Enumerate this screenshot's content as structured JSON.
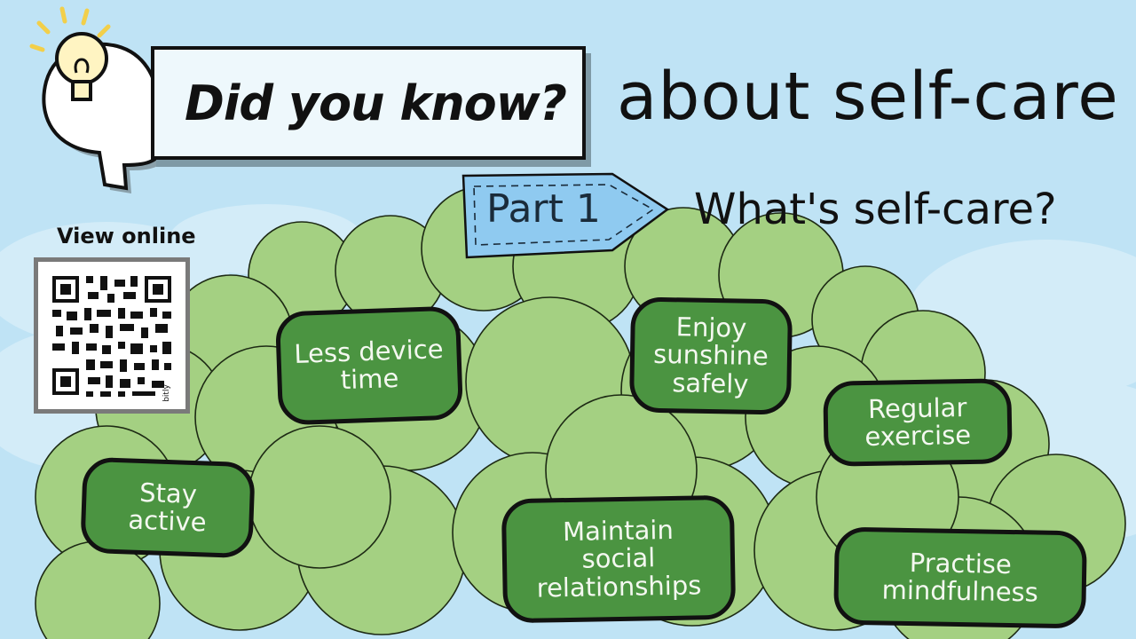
{
  "header": {
    "title": "Did you know?",
    "subtitle": "about self-care"
  },
  "section": {
    "part_label": "Part 1",
    "question": "What's self-care?"
  },
  "qr": {
    "caption": "View online",
    "brand": "bitly"
  },
  "tips": [
    "Less device\ntime",
    "Enjoy\nsunshine\nsafely",
    "Regular\nexercise",
    "Stay\nactive",
    "Maintain\nsocial\nrelationships",
    "Practise\nmindfulness"
  ],
  "colors": {
    "sky": "#bfe3f5",
    "bush": "#a4d082",
    "pill": "#4b9441",
    "part_tag": "#8fcaf0"
  },
  "icons": [
    "head-lightbulb-icon",
    "qr-code-icon",
    "arrow-tag-icon"
  ]
}
